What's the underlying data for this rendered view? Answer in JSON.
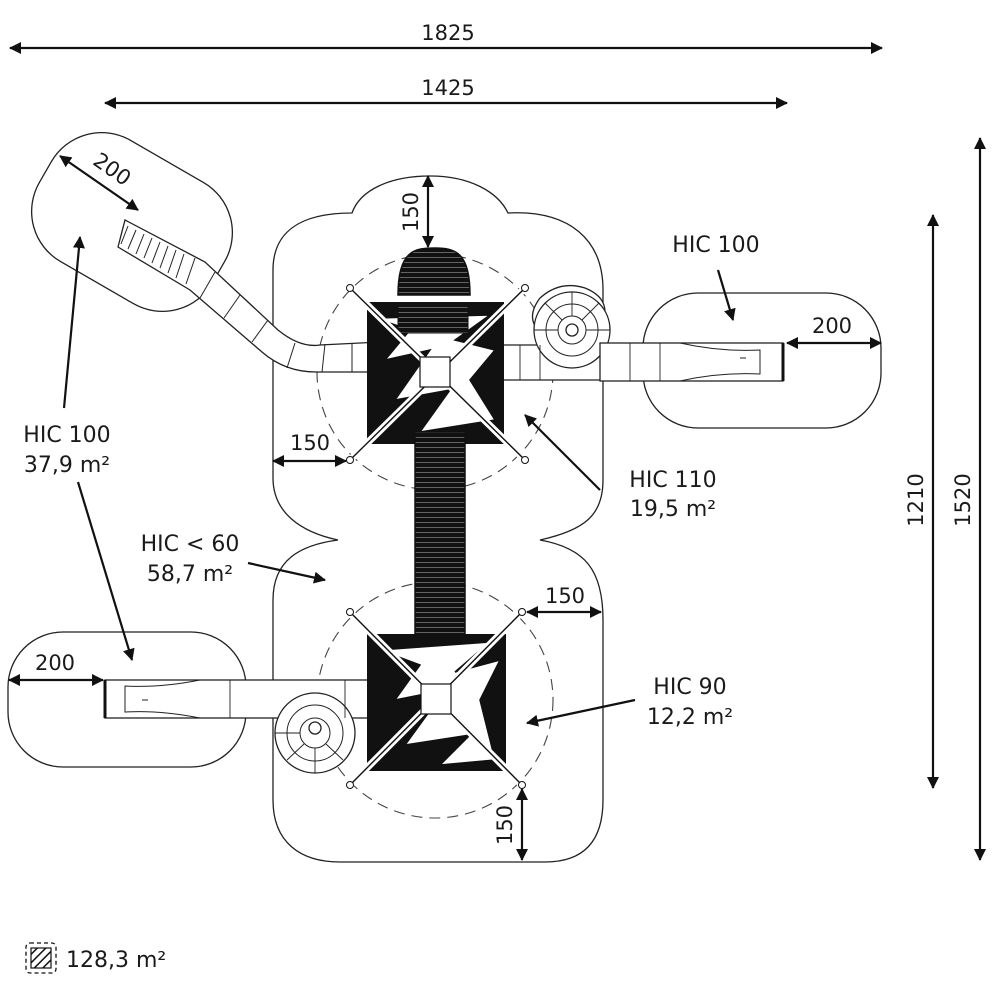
{
  "dimensions": {
    "overall_width": "1825",
    "inner_width": "1425",
    "overall_height": "1520",
    "inner_height": "1210",
    "top_clearance": "150",
    "left_clearance": "150",
    "right_clearance": "150",
    "bottom_clearance": "150",
    "slide_top_left": "200",
    "slide_right": "200",
    "slide_bottom_left": "200"
  },
  "zones": {
    "hic100_right": "HIC 100",
    "hic100_left_line1": "HIC 100",
    "hic100_left_line2": "37,9 m²",
    "hic110_line1": "HIC 110",
    "hic110_line2": "19,5 m²",
    "hic60_line1": "HIC < 60",
    "hic60_line2": "58,7 m²",
    "hic90_line1": "HIC 90",
    "hic90_line2": "12,2 m²"
  },
  "legend": {
    "total_area": "128,3 m²",
    "icon": "hatched-square-icon"
  }
}
